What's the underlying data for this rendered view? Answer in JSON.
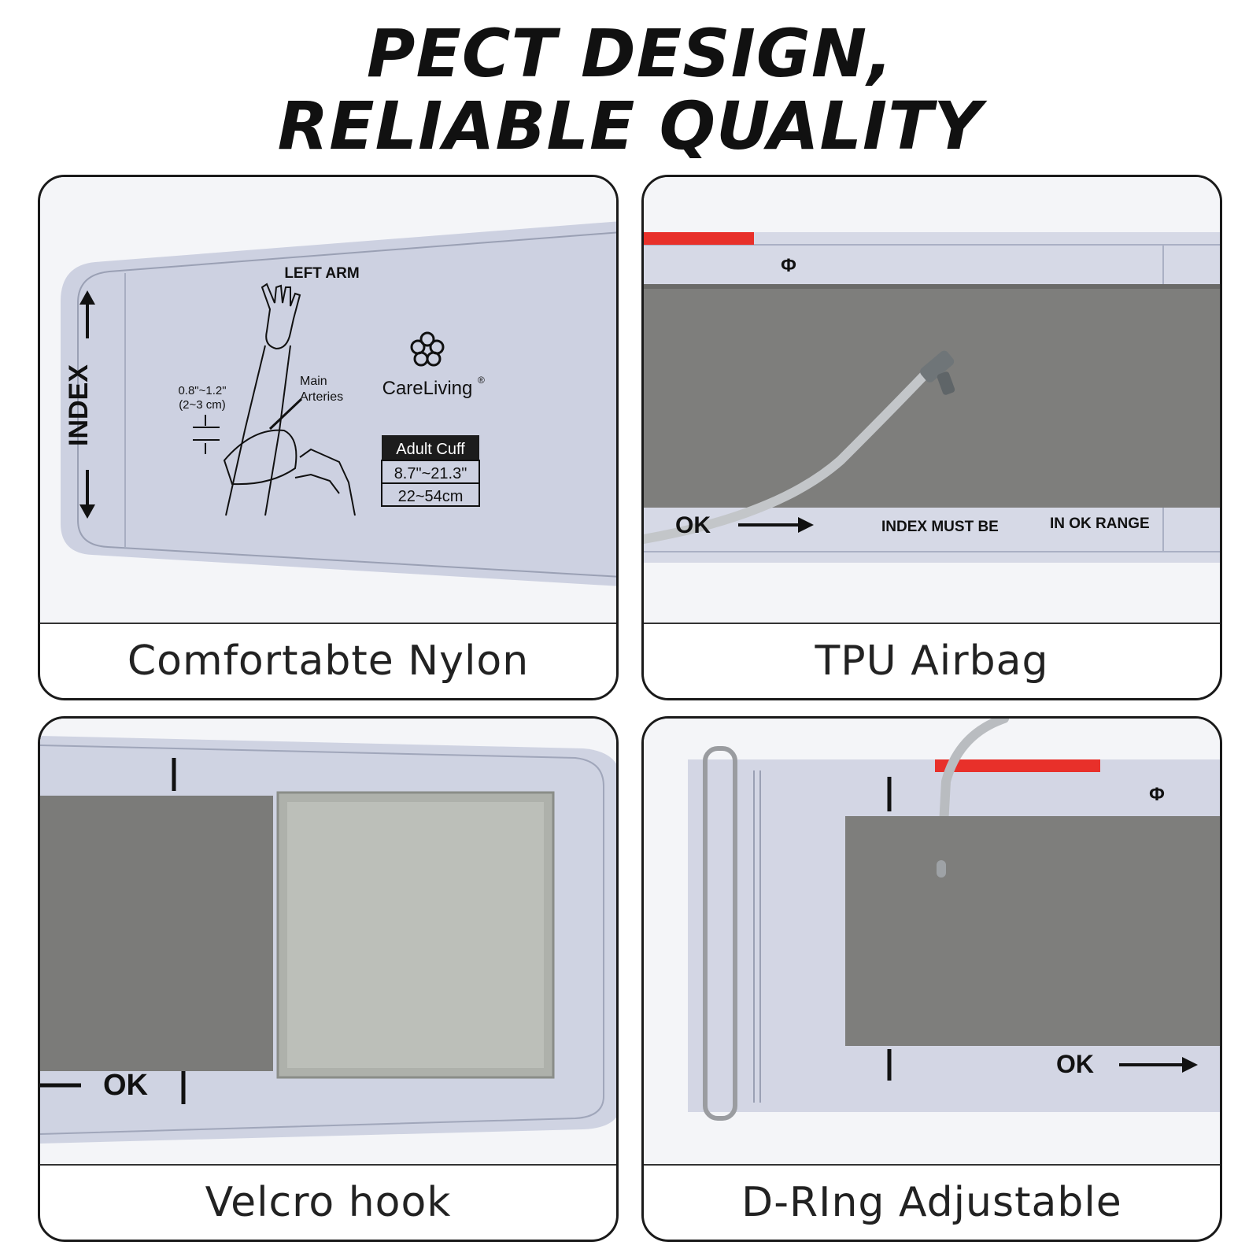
{
  "headline": {
    "line1": "PECT DESIGN,",
    "line2": "RELIABLE QUALITY"
  },
  "cards": [
    {
      "caption": "Comfortabte Nylon",
      "printed": {
        "left_arm": "LEFT ARM",
        "index": "INDEX",
        "measure_in": "0.8\"~1.2\"",
        "measure_cm": "(2~3 cm)",
        "main": "Main",
        "arteries": "Arteries",
        "brand": "CareLiving",
        "registered": "®",
        "cuff_title": "Adult Cuff",
        "range_in": "8.7\"~21.3\"",
        "range_cm": "22~54cm"
      }
    },
    {
      "caption": "TPU Airbag",
      "printed": {
        "phi": "Φ",
        "ok": "OK",
        "index_must_be": "INDEX MUST BE",
        "in_ok_range": "IN OK RANGE"
      }
    },
    {
      "caption": "Velcro hook",
      "printed": {
        "ok": "OK"
      }
    },
    {
      "caption": "D-RIng Adjustable",
      "printed": {
        "phi": "Φ",
        "ok": "OK"
      }
    }
  ],
  "colors": {
    "fabric": "#cfd3e2",
    "velcro": "#7d7d7b",
    "velcro_light": "#b9bcb7",
    "red_tag": "#e8302a"
  }
}
